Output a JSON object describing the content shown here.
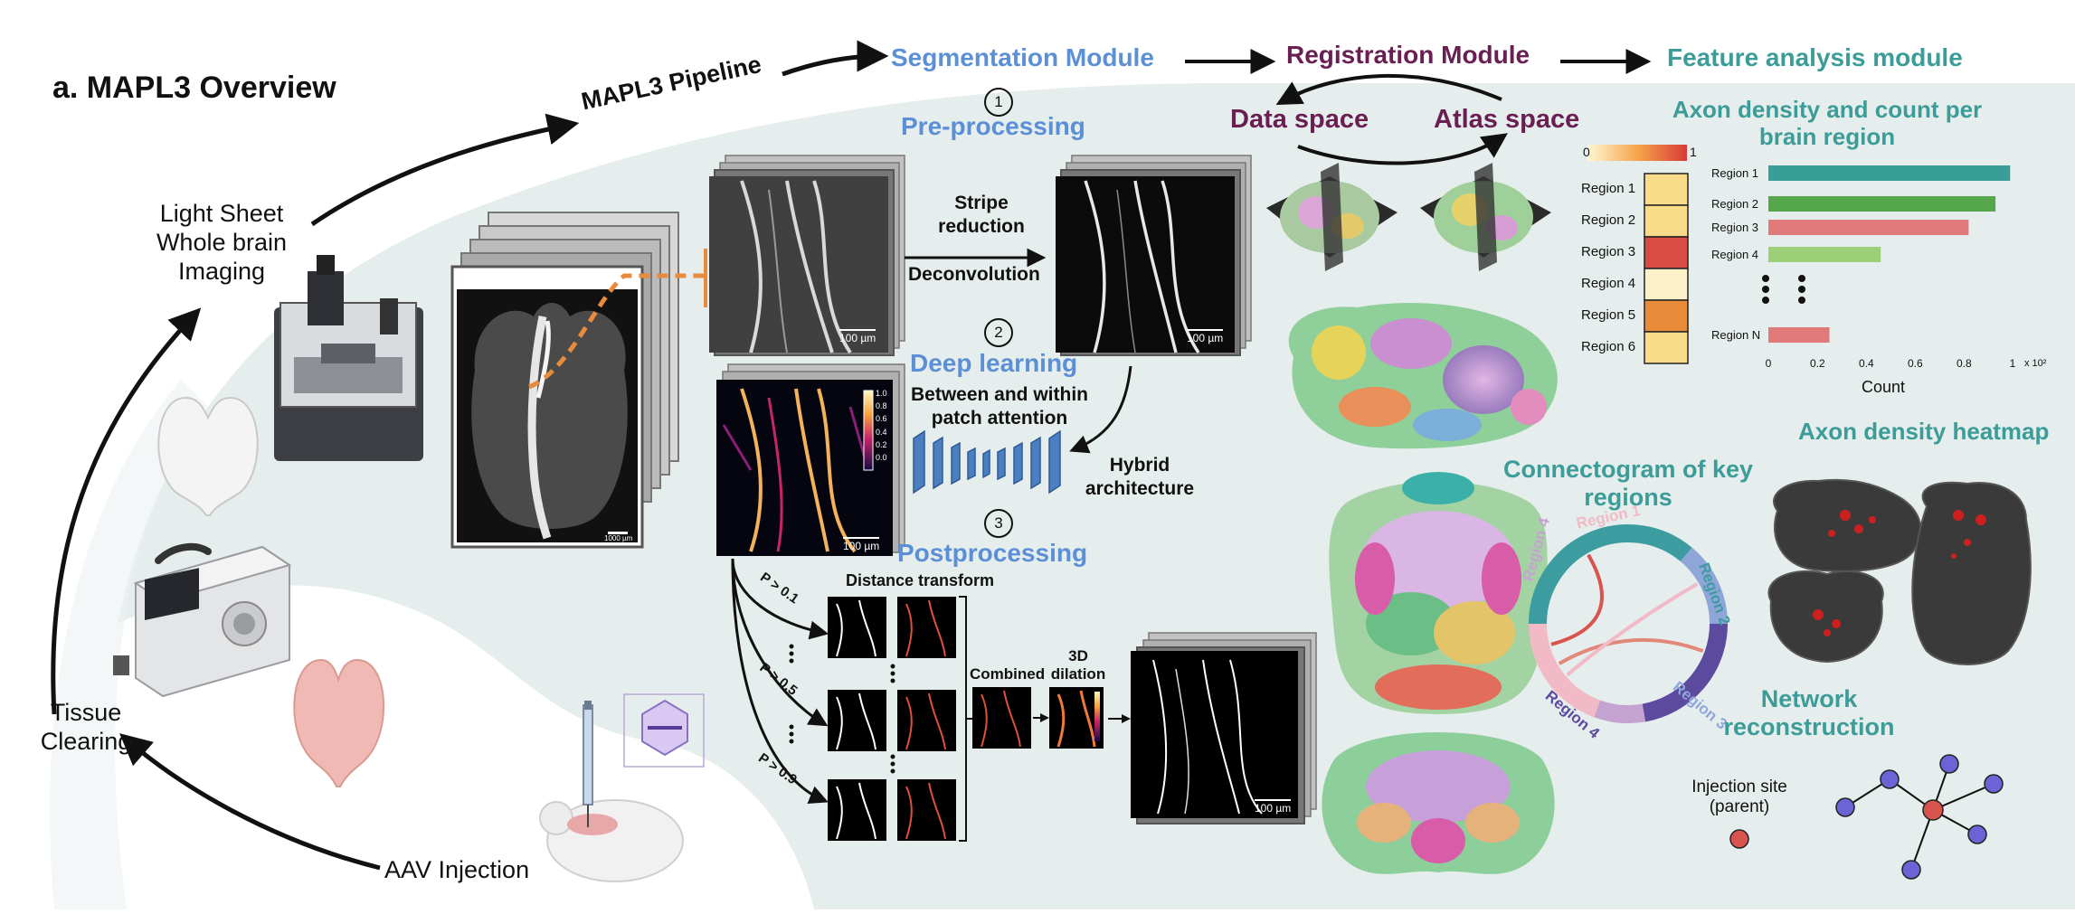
{
  "title": "a. MAPL3 Overview",
  "pipeline_label": "MAPL3 Pipeline",
  "modules": {
    "segmentation": "Segmentation Module",
    "registration": "Registration Module",
    "feature": "Feature analysis module"
  },
  "left_cycle": {
    "imaging": [
      "Light Sheet",
      "Whole brain",
      "Imaging"
    ],
    "clearing": [
      "Tissue",
      "Clearing"
    ],
    "injection": "AAV Injection"
  },
  "steps": {
    "s1_num": "1",
    "s1": "Pre-processing",
    "s2_num": "2",
    "s2": "Deep learning",
    "s3_num": "3",
    "s3": "Postprocessing"
  },
  "preproc": {
    "stripe": [
      "Stripe",
      "reduction"
    ],
    "deconv": "Deconvolution"
  },
  "deep": {
    "attention": [
      "Between and within",
      "patch attention"
    ],
    "hybrid": [
      "Hybrid",
      "architecture"
    ]
  },
  "post": {
    "distance": "Distance transform",
    "thresholds": [
      "P > 0.1",
      "P > 0.5",
      "P > 0.9"
    ],
    "combined": "Combined",
    "dilation": [
      "3D",
      "dilation"
    ]
  },
  "scalebars": {
    "um100": "100 µm",
    "um1000": "1000 µm"
  },
  "prob_cbar_ticks": [
    "1.0",
    "0.8",
    "0.6",
    "0.4",
    "0.2",
    "0.0"
  ],
  "registration": {
    "data_space": "Data space",
    "atlas_space": "Atlas space"
  },
  "heat_legend": {
    "min": "0",
    "max": "1"
  },
  "heat_regions": [
    "Region 1",
    "Region 2",
    "Region 3",
    "Region 4",
    "Region 5",
    "Region 6"
  ],
  "heat_colors": [
    "#f9dc8a",
    "#f9dc8a",
    "#d84c43",
    "#fcf1c8",
    "#e88c3c",
    "#f9dc8a"
  ],
  "bar_title": [
    "Axon density and count per",
    "brain region"
  ],
  "chart_data": {
    "type": "bar",
    "orientation": "horizontal",
    "categories": [
      "Region 1",
      "Region 2",
      "Region 3",
      "Region 4",
      "Region N"
    ],
    "values": [
      0.99,
      0.93,
      0.82,
      0.46,
      0.25
    ],
    "colors": [
      "#3a9e98",
      "#56a64c",
      "#e07a7a",
      "#9ccf78",
      "#e07a7a"
    ],
    "xlabel": "Count",
    "x_ticks": [
      "0",
      "0.2",
      "0.4",
      "0.6",
      "0.8",
      "1"
    ],
    "x_multiplier": "x 10²",
    "xlim": [
      0,
      1
    ]
  },
  "connectogram": {
    "title": [
      "Connectogram of key",
      "regions"
    ],
    "regions": [
      "Region 1",
      "Region 2",
      "Region 3",
      "Region 4",
      "Region 4"
    ],
    "colors": [
      "#f2b9c6",
      "#3c9ca0",
      "#8fa6d9",
      "#5b4a9e",
      "#c5a3d1"
    ]
  },
  "heatmap_title": "Axon density heatmap",
  "network": {
    "title": [
      "Network",
      "reconstruction"
    ],
    "injection": [
      "Injection site",
      "(parent)"
    ],
    "parent_color": "#d9534f",
    "child_color": "#6b63d6"
  }
}
